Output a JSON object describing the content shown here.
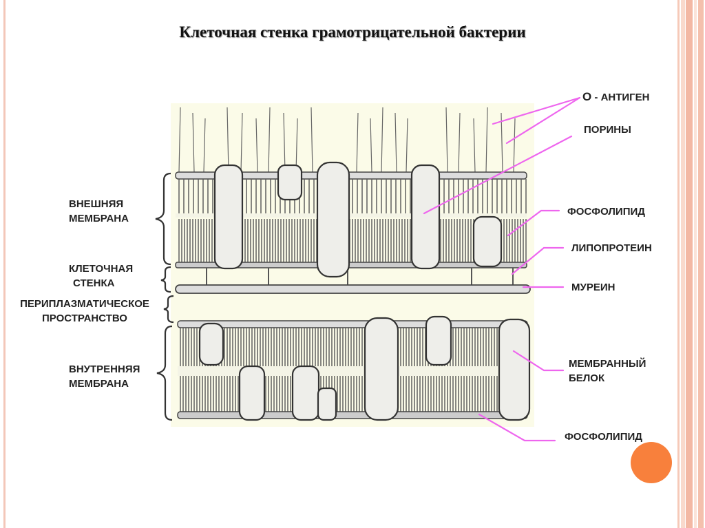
{
  "title": "Клеточная стенка грамотрицательной бактерии",
  "labels": {
    "o_antigen_letter": "О",
    "o_antigen_rest": " - АНТИГЕН",
    "poriny": "ПОРИНЫ",
    "fosfolipid_top": "ФОСФОЛИПИД",
    "lipoprotein": "ЛИПОПРОТЕИН",
    "murein": "МУРЕИН",
    "membr_belok_1": "МЕМБРАННЫЙ",
    "membr_belok_2": "БЕЛОК",
    "fosfolipid_bottom": "ФОСФОЛИПИД",
    "outer_membrane_1": "ВНЕШНЯЯ",
    "outer_membrane_2": "МЕМБРАНА",
    "cell_wall_1": "КЛЕТОЧНАЯ",
    "cell_wall_2": "СТЕНКА",
    "periplasm_1": "ПЕРИПЛАЗМАТИЧЕСКОЕ",
    "periplasm_2": "ПРОСТРАНСТВО",
    "inner_membrane_1": "ВНУТРЕННЯЯ",
    "inner_membrane_2": "МЕМБРАНА"
  },
  "colors": {
    "pointer": "#ee66ee",
    "accent_circle": "#f8803c",
    "frame": "#f3c7b9",
    "diagram_bg": "#fbfbe8"
  }
}
